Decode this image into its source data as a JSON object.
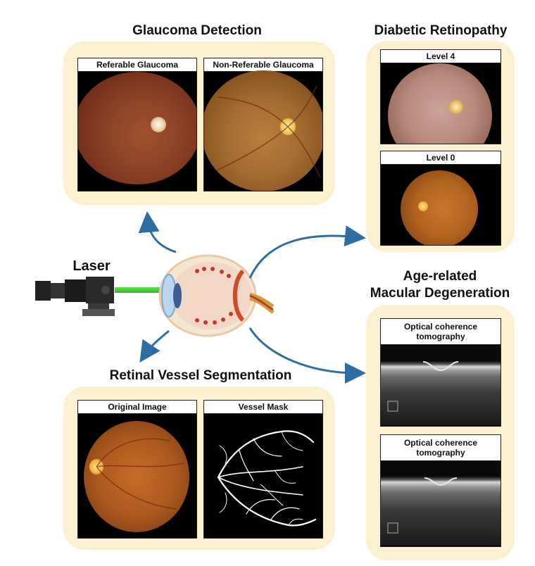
{
  "laser": {
    "label": "Laser"
  },
  "glaucoma": {
    "title": "Glaucoma Detection",
    "images": [
      {
        "label": "Referable Glaucoma"
      },
      {
        "label": "Non-Referable Glaucoma"
      }
    ]
  },
  "diabetic": {
    "title": "Diabetic Retinopathy",
    "images": [
      {
        "label": "Level 4"
      },
      {
        "label": "Level 0"
      }
    ]
  },
  "amd": {
    "title_line1": "Age-related",
    "title_line2": "Macular Degeneration",
    "images": [
      {
        "label_line1": "Optical coherence",
        "label_line2": "tomography"
      },
      {
        "label_line1": "Optical coherence",
        "label_line2": "tomography"
      }
    ]
  },
  "vessel": {
    "title": "Retinal Vessel Segmentation",
    "images": [
      {
        "label": "Original Image"
      },
      {
        "label": "Vessel Mask"
      }
    ]
  },
  "colors": {
    "panel": "#fbf0cf",
    "arrow": "#2e6da4",
    "laser_beam": "#4cd93a"
  }
}
